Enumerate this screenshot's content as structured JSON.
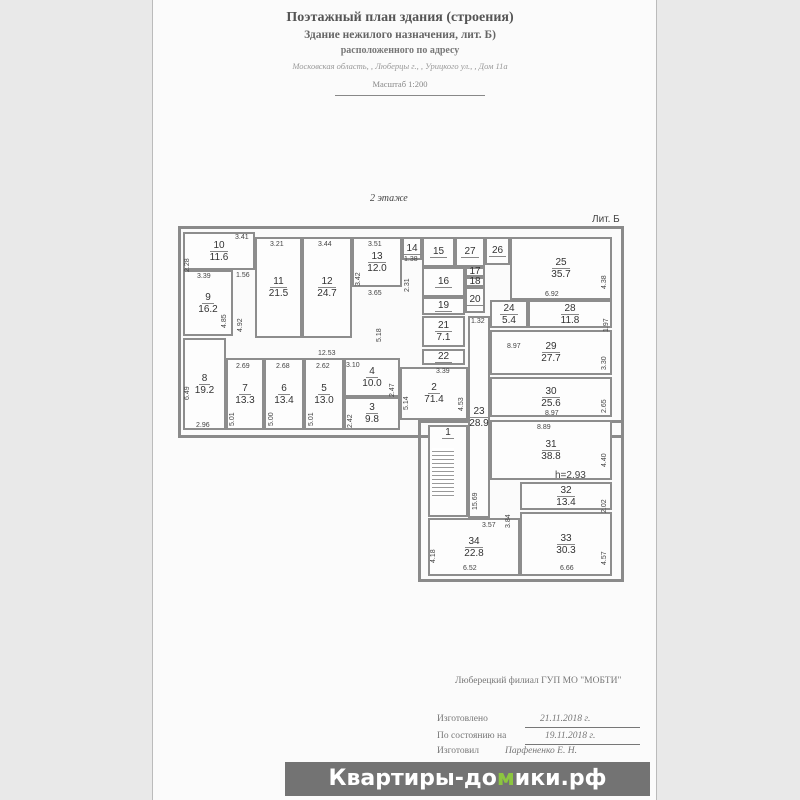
{
  "header": {
    "title": "Поэтажный план здания (строения)",
    "subtitle": "Здание нежилого назначения, лит. Б)",
    "located": "расположенного по адресу",
    "address": "Московская область, , Люберцы г., , Урицкого ул., , Дом 11а",
    "scale": "Масштаб 1:200"
  },
  "plan": {
    "floor_label": "2 этаже",
    "building_letter": "Лит. Б",
    "ceiling_height": "h=2.93",
    "rooms": [
      {
        "num": "1",
        "area": ""
      },
      {
        "num": "2",
        "area": "71.4"
      },
      {
        "num": "3",
        "area": "9.8"
      },
      {
        "num": "4",
        "area": "10.0"
      },
      {
        "num": "5",
        "area": "13.0"
      },
      {
        "num": "6",
        "area": "13.4"
      },
      {
        "num": "7",
        "area": "13.3"
      },
      {
        "num": "8",
        "area": "19.2"
      },
      {
        "num": "9",
        "area": "16.2"
      },
      {
        "num": "10",
        "area": "11.6"
      },
      {
        "num": "11",
        "area": "21.5"
      },
      {
        "num": "12",
        "area": "24.7"
      },
      {
        "num": "13",
        "area": "12.0"
      },
      {
        "num": "14",
        "area": ""
      },
      {
        "num": "15",
        "area": ""
      },
      {
        "num": "16",
        "area": ""
      },
      {
        "num": "17",
        "area": ""
      },
      {
        "num": "18",
        "area": ""
      },
      {
        "num": "19",
        "area": ""
      },
      {
        "num": "20",
        "area": ""
      },
      {
        "num": "21",
        "area": "7.1"
      },
      {
        "num": "22",
        "area": ""
      },
      {
        "num": "23",
        "area": "28.9"
      },
      {
        "num": "24",
        "area": "5.4"
      },
      {
        "num": "25",
        "area": "35.7"
      },
      {
        "num": "26",
        "area": ""
      },
      {
        "num": "27",
        "area": ""
      },
      {
        "num": "28",
        "area": "11.8"
      },
      {
        "num": "29",
        "area": "27.7"
      },
      {
        "num": "30",
        "area": "25.6"
      },
      {
        "num": "31",
        "area": "38.8"
      },
      {
        "num": "32",
        "area": "13.4"
      },
      {
        "num": "33",
        "area": "30.3"
      },
      {
        "num": "34",
        "area": "22.8"
      }
    ],
    "dimensions": [
      "3.41",
      "2.28",
      "3.39",
      "1.56",
      "4.85",
      "4.92",
      "3.21",
      "3.44",
      "3.51",
      "3.42",
      "1.38",
      "2.31",
      "3.65",
      "5.18",
      "12.53",
      "6.49",
      "2.96",
      "2.69",
      "5.01",
      "2.68",
      "5.00",
      "2.62",
      "5.01",
      "3.10",
      "2.47",
      "2.42",
      "5.14",
      "4.53",
      "3.39",
      "1.32",
      "6.92",
      "4.38",
      "1.97",
      "8.97",
      "3.30",
      "8.97",
      "2.65",
      "8.89",
      "4.40",
      "15.69",
      "3.84",
      "3.57",
      "2.02",
      "4.18",
      "6.52",
      "6.66",
      "4.57"
    ]
  },
  "footer": {
    "org": "Люберецкий филиал ГУП МО \"МОБТИ\"",
    "made_label": "Изготовлено",
    "made_date": "21.11.2018 г.",
    "state_label": "По состоянию на",
    "state_date": "19.11.2018 г.",
    "author_label": "Изготовил",
    "author": "Парфененко Е. Н."
  },
  "watermark": {
    "pre": "Квартиры-до",
    "m": "м",
    "post": "ики.рф"
  }
}
